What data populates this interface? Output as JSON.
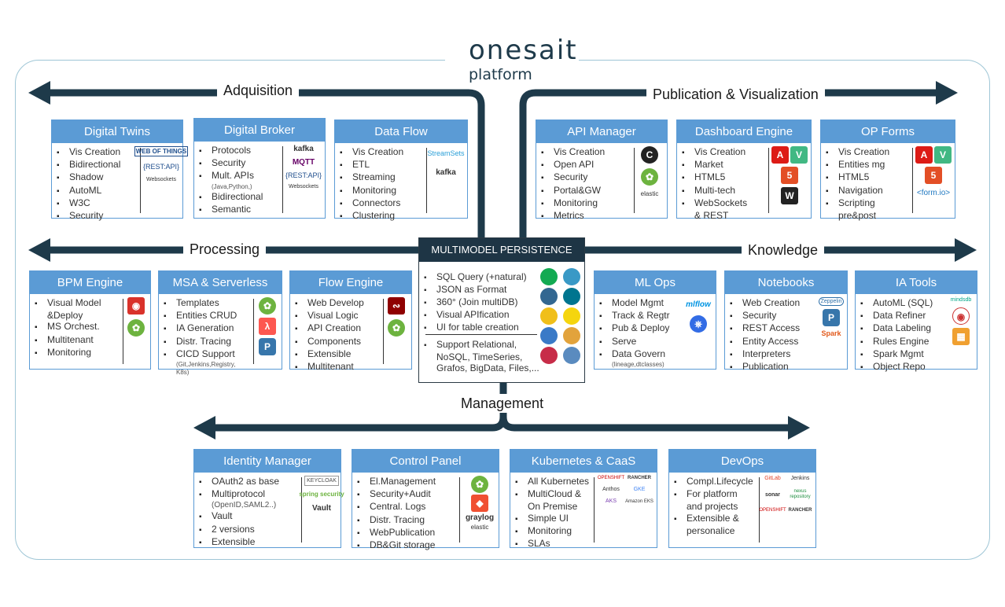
{
  "logo": {
    "brand": "onesait",
    "sub": "platform"
  },
  "sections": {
    "adquisition": "Adquisition",
    "publication": "Publication & Visualization",
    "processing": "Processing",
    "knowledge": "Knowledge",
    "management": "Management"
  },
  "colors": {
    "accent": "#5b9bd5",
    "arrow": "#1e3a4a",
    "core": "#1e3545"
  },
  "boxes": [
    {
      "title": "Digital Twins",
      "items": [
        "Vis Creation",
        "Bidirectional",
        "Shadow",
        "AutoML",
        "W3C",
        "Security"
      ],
      "icons": [
        "WEB OF THINGS",
        "{REST:API}",
        "Websockets"
      ]
    },
    {
      "title": "Digital Broker",
      "items": [
        "Protocols",
        "Security",
        "Mult. APIs",
        "(Java,Python,)",
        "Bidirectional",
        "Semantic"
      ],
      "icons": [
        "kafka",
        "MQTT",
        "{REST:API}",
        "Websockets"
      ]
    },
    {
      "title": "Data Flow",
      "items": [
        "Vis Creation",
        "ETL",
        "Streaming",
        "Monitoring",
        "Connectors",
        "Clustering"
      ],
      "icons": [
        "StreamSets",
        "kafka"
      ]
    },
    {
      "title": "API Manager",
      "items": [
        "Vis Creation",
        "Open API",
        "Security",
        "Portal&GW",
        "Monitoring",
        "Metrics"
      ],
      "icons": [
        "swagger",
        "spring",
        "elastic"
      ]
    },
    {
      "title": "Dashboard Engine",
      "items": [
        "Vis Creation",
        "Market",
        "HTML5",
        "Multi-tech",
        "WebSockets",
        "& REST"
      ],
      "icons": [
        "Vue/Angular",
        "HTML5",
        "Websockets"
      ]
    },
    {
      "title": "OP Forms",
      "items": [
        "Vis Creation",
        "Entities mg",
        "HTML5",
        "Navigation",
        "Scripting",
        "pre&post"
      ],
      "icons": [
        "Vue/Angular",
        "HTML5",
        "<form.io>"
      ]
    },
    {
      "title": "BPM Engine",
      "items": [
        "Visual Model",
        "&Deploy",
        "MS Orchest.",
        "Multitenant",
        "Monitoring"
      ],
      "icons": [
        "bpm",
        "spring"
      ]
    },
    {
      "title": "MSA & Serverless",
      "items": [
        "Templates",
        "Entities CRUD",
        "IA Generation",
        "Distr. Tracing",
        "CICD Support",
        "(Git,Jenkins,Registry,",
        "K8s)"
      ],
      "icons": [
        "spring",
        "serverless",
        "python"
      ]
    },
    {
      "title": "Flow Engine",
      "items": [
        "Web Develop",
        "Visual Logic",
        "API Creation",
        "Components",
        "Extensible",
        "Multitenant"
      ],
      "icons": [
        "Node-RED",
        "spring"
      ]
    },
    {
      "title": "ML Ops",
      "items": [
        "Model Mgmt",
        "Track & Regtr",
        "Pub & Deploy",
        "Serve",
        "Data Govern",
        "(lineage,dtclasses)"
      ],
      "icons": [
        "mlflow",
        "kubernetes"
      ]
    },
    {
      "title": "Notebooks",
      "items": [
        "Web Creation",
        "Security",
        "REST Access",
        "Entity Access",
        "Interpreters",
        "Publication"
      ],
      "icons": [
        "Zeppelin",
        "python",
        "Spark"
      ]
    },
    {
      "title": "IA Tools",
      "items": [
        "AutoML (SQL)",
        "Data Refiner",
        "Data Labeling",
        "Rules Engine",
        "Spark Mgmt",
        "Object Repo"
      ],
      "icons": [
        "mindsdb",
        "refine",
        "label"
      ]
    },
    {
      "title": "Identity Manager",
      "items": [
        "OAuth2 as base",
        "Multiprotocol",
        "(OpenID,SAML2..)",
        "Vault",
        "2 versions",
        "Extensible"
      ],
      "icons": [
        "KEYCLOAK",
        "spring security",
        "Vault"
      ]
    },
    {
      "title": "Control Panel",
      "items": [
        "El.Management",
        "Security+Audit",
        "Central. Logs",
        "Distr. Tracing",
        "WebPublication",
        "DB&Git storage"
      ],
      "icons": [
        "spring",
        "git",
        "graylog",
        "elastic"
      ]
    },
    {
      "title": "Kubernetes & CaaS",
      "items": [
        "All Kubernetes",
        "MultiCloud &",
        "On Premise",
        "Simple UI",
        "Monitoring",
        "SLAs"
      ],
      "icons": [
        "OPENSHIFT",
        "RANCHER",
        "Anthos",
        "GKE",
        "AKS",
        "Amazon EKS"
      ]
    },
    {
      "title": "DevOps",
      "items": [
        "Compl.Lifecycle",
        "For platform",
        "and projects",
        "Extensible &",
        "personalice"
      ],
      "icons": [
        "GitLab",
        "Jenkins",
        "sonar",
        "nexus repository",
        "OPENSHIFT",
        "RANCHER"
      ]
    }
  ],
  "persistence": {
    "title": "MULTIMODEL PERSISTENCE",
    "items": [
      "SQL Query (+natural)",
      "JSON as Format",
      "360° (Join multiDB)",
      "Visual APIfication",
      "UI for table creation"
    ],
    "items2": [
      "Support Relational,",
      "NoSQL, TimeSeries,",
      "Grafos, BigData, Files,..."
    ],
    "icons": [
      "mongoDB",
      "Cosmos",
      "PostgreSQL",
      "MySQL",
      "elastic",
      "Hadoop",
      "Kafka",
      "Presto",
      "druid",
      "Timescale",
      "MINIO",
      "postGIS"
    ]
  }
}
